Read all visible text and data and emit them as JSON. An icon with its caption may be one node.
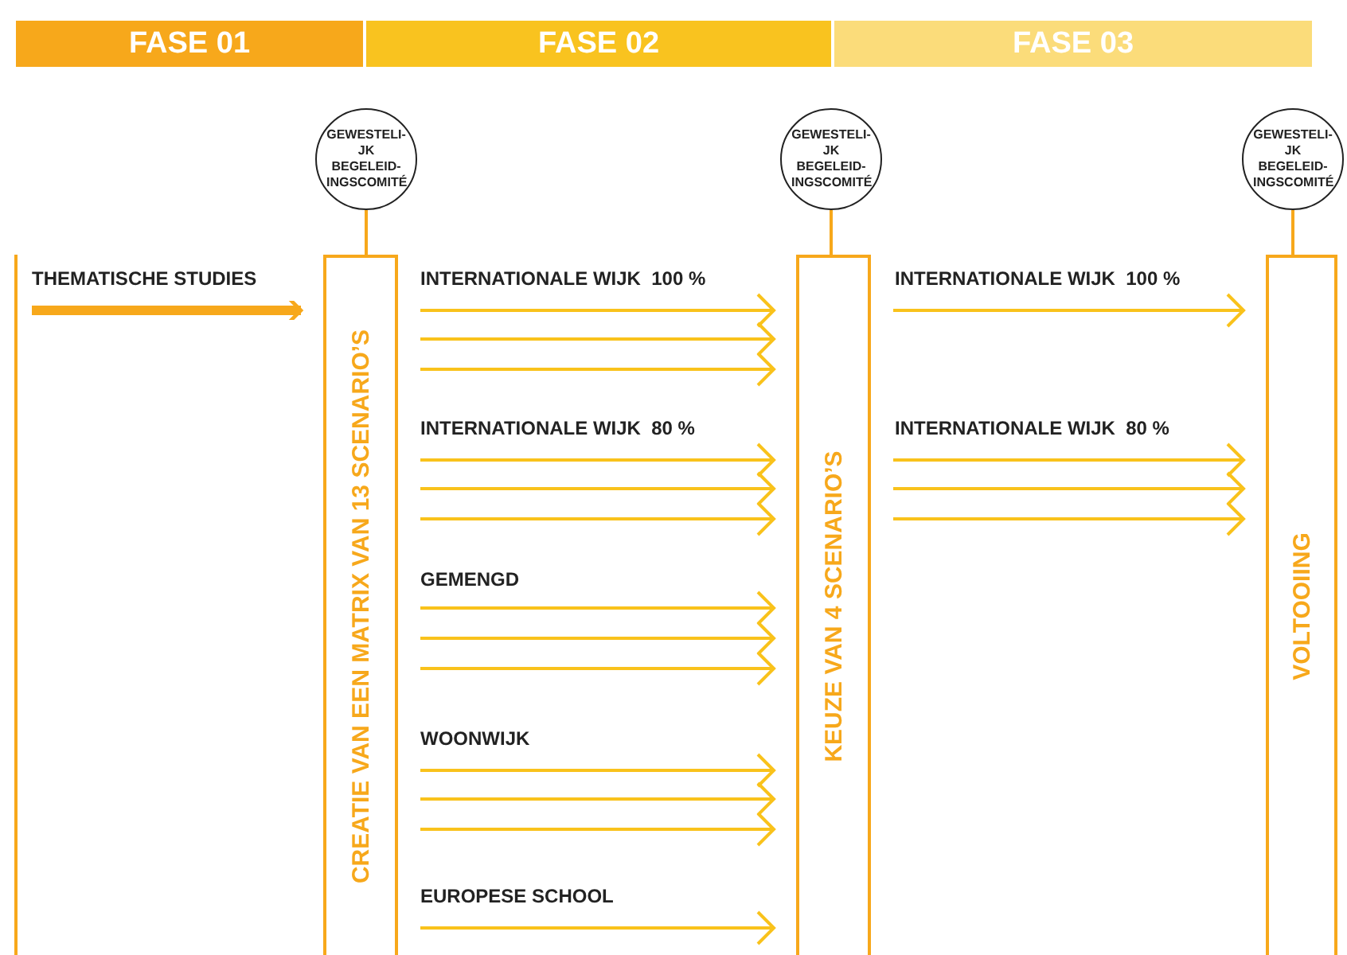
{
  "diagram": {
    "nodes": [
      {
        "text": [
          "FASE 01"
        ]
      },
      {
        "text": [
          "FASE 02"
        ]
      },
      {
        "text": [
          "FASE 03"
        ]
      },
      {
        "text": [
          "GEWESTELI- JK BEGELEID- INGSCOMITÉ"
        ]
      },
      {
        "text": [
          "THEMATISCHE STUDIES"
        ]
      },
      {
        "text": [
          "CREATIE VAN EEN MATRIX VAN 13 SCENARIO’S"
        ]
      },
      {
        "text": [
          "GEWESTELI- JK BEGELEID- INGSCOMITÉ"
        ]
      },
      {
        "text": [
          "KEUZE VAN 4 SCENARIO’S"
        ]
      },
      {
        "text": [
          "GEWESTELI- JK BEGELEID- INGSCOMITÉ"
        ]
      },
      {
        "text": [
          "VOLTOOIING"
        ]
      }
    ],
    "edges": [
      {
        "from": 3,
        "to": 5,
        "arrow": "none",
        "color": "#f7a81b"
      },
      {
        "from": 6,
        "to": 7,
        "arrow": "none",
        "color": "#f7a81b"
      },
      {
        "from": 8,
        "to": 9,
        "arrow": "none",
        "color": "#f7a81b"
      },
      {
        "from": 4,
        "to": 5,
        "arrow": "to",
        "style": "thick",
        "color": "#f7a81b"
      },
      {
        "from": 5,
        "to": 7,
        "arrow": "to"
      },
      {
        "from": 5,
        "to": 7,
        "arrow": "to"
      },
      {
        "from": 5,
        "to": 7,
        "arrow": "to"
      },
      {
        "from": 5,
        "to": 7,
        "arrow": "to"
      },
      {
        "from": 5,
        "to": 7,
        "arrow": "to"
      },
      {
        "from": 5,
        "to": 7,
        "arrow": "to"
      },
      {
        "from": 5,
        "to": 7,
        "arrow": "to"
      },
      {
        "from": 5,
        "to": 7,
        "arrow": "to"
      },
      {
        "from": 5,
        "to": 7,
        "arrow": "to"
      },
      {
        "from": 5,
        "to": 7,
        "arrow": "to"
      },
      {
        "from": 5,
        "to": 7,
        "arrow": "to"
      },
      {
        "from": 5,
        "to": 7,
        "arrow": "to"
      },
      {
        "from": 5,
        "to": 7,
        "arrow": "to"
      },
      {
        "from": 7,
        "to": 9,
        "arrow": "to"
      },
      {
        "from": 7,
        "to": 9,
        "arrow": "to"
      },
      {
        "from": 7,
        "to": 9,
        "arrow": "to"
      },
      {
        "from": 7,
        "to": 9,
        "arrow": "to"
      }
    ],
    "labels": [
      "INTERNATIONALE WIJK  100 %",
      "INTERNATIONALE WIJK  100 %",
      "INTERNATIONALE WIJK  80 %",
      "INTERNATIONALE WIJK  80 %",
      "GEMENGD",
      "WOONWIJK",
      "EUROPESE SCHOOL"
    ]
  }
}
